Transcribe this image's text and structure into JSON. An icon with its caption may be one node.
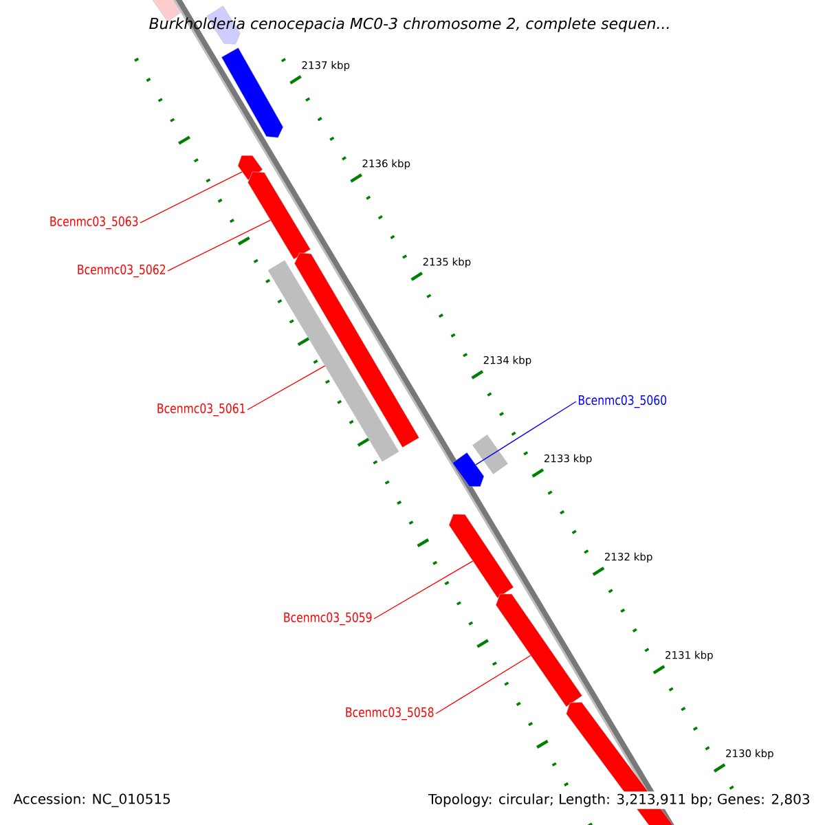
{
  "diagram": {
    "title": "Burkholderia cenocepacia MC0-3 chromosome 2, complete sequen...",
    "nodes": [
      {
        "text": [],
        "shape": "bar"
      },
      {
        "text": [],
        "shape": "bar"
      },
      {
        "text": [],
        "shape": "bar"
      },
      {
        "text": [],
        "shape": "bar"
      },
      {
        "text": [],
        "shape": "bar"
      },
      {
        "text": [],
        "shape": "bar"
      },
      {
        "text": [],
        "shape": "bar"
      },
      {
        "text": [],
        "shape": "bar"
      },
      {
        "text": [],
        "shape": "bar"
      },
      {
        "text": [],
        "shape": "bar"
      },
      {
        "text": [],
        "shape": "bar"
      },
      {
        "text": [],
        "shape": "bar"
      },
      {
        "text": [
          "Bcenmc03_5063"
        ]
      },
      {
        "text": [
          "Bcenmc03_5062"
        ]
      },
      {
        "text": [
          "Bcenmc03_5061"
        ]
      },
      {
        "text": [
          "Bcenmc03_5060"
        ]
      },
      {
        "text": [
          "Bcenmc03_5059"
        ]
      },
      {
        "text": [
          "Bcenmc03_5058"
        ]
      }
    ],
    "edges": [
      {
        "from": 12,
        "to": 3,
        "arrow": "none"
      },
      {
        "from": 13,
        "to": 4,
        "arrow": "none"
      },
      {
        "from": 14,
        "to": 6,
        "arrow": "none"
      },
      {
        "from": 15,
        "to": 7,
        "arrow": "none",
        "color": "#0000ff"
      },
      {
        "from": 16,
        "to": 9,
        "arrow": "none"
      },
      {
        "from": 17,
        "to": 10,
        "arrow": "none"
      }
    ],
    "labels": [
      "2137 kbp",
      "2136 kbp",
      "2135 kbp",
      "2134 kbp",
      "2133 kbp",
      "2132 kbp",
      "2131 kbp",
      "2130 kbp",
      "Accession: NC_010515",
      "Topology: circular; Length: 3,213,911 bp; Genes: 2,803"
    ]
  }
}
